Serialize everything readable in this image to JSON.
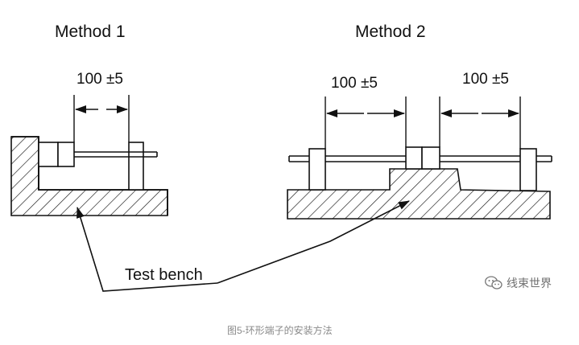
{
  "figure": {
    "method1_title": "Method 1",
    "method2_title": "Method 2",
    "method1_dimension": "100 ±5",
    "method2_dimension_left": "100 ±5",
    "method2_dimension_right": "100 ±5",
    "test_bench_label": "Test bench"
  },
  "caption": "图5-环形端子的安装方法",
  "watermark": {
    "icon": "wechat-icon",
    "text": "线束世界"
  },
  "colors": {
    "line": "#111111",
    "caption": "#8a8a8a",
    "watermark": "#707070"
  }
}
